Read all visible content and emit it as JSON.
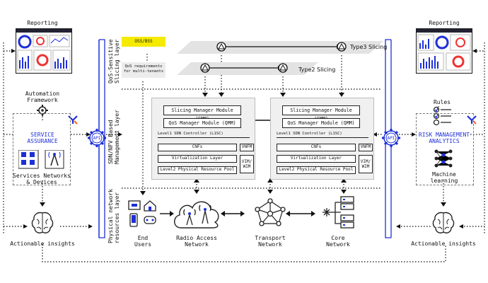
{
  "left": {
    "reporting": "Reporting",
    "automation_framework": "Automation\nFramework",
    "service_assurance": "SERVICE\nASSURANCE",
    "services_networks_devices": "Services Networks\n& Devices",
    "actionable_insights": "Actionable insights"
  },
  "right": {
    "reporting": "Reporting",
    "rules": "Rules",
    "risk_management_analytics": "RISK MANAGEMENT\nANALYTICS",
    "machine_learning": "Machine\nlearning",
    "actionable_insights": "Actionable insights"
  },
  "api_label": "API",
  "layers": {
    "qos": "QoS-Sensitive\nSlicing layer",
    "sdn": "SDN/NFV Based\nManagement layer",
    "physical": "Physical network\nresources layer"
  },
  "slicing": {
    "oss_bss": "OSS/BSS",
    "qos_requirements": "QoS requirements\nfor multi-tenants",
    "type3": "Type3 Slicing",
    "type2": "Type2 Slicing"
  },
  "management": {
    "smm": "Slicing Manager Module (SMM)",
    "qmm": "QoS Manager Module (QMM)",
    "l1sc": "Level1 SDN Controller (L1SC)",
    "cnfs": "CNFs",
    "vnfm": "VNFM",
    "virtualization_layer": "Virtualization Layer",
    "vim_wim": "VIM/\nWIM",
    "l2_pool": "Level2 Physical Resource Pool"
  },
  "physical": {
    "end_users": "End\nUsers",
    "ran": "Radio Access\nNetwork",
    "transport": "Transport\nNetwork",
    "core": "Core\nNetwork"
  },
  "colors": {
    "accent_blue": "#1d2fd8",
    "orange": "#f26a21",
    "yellow": "#f5ea00"
  }
}
